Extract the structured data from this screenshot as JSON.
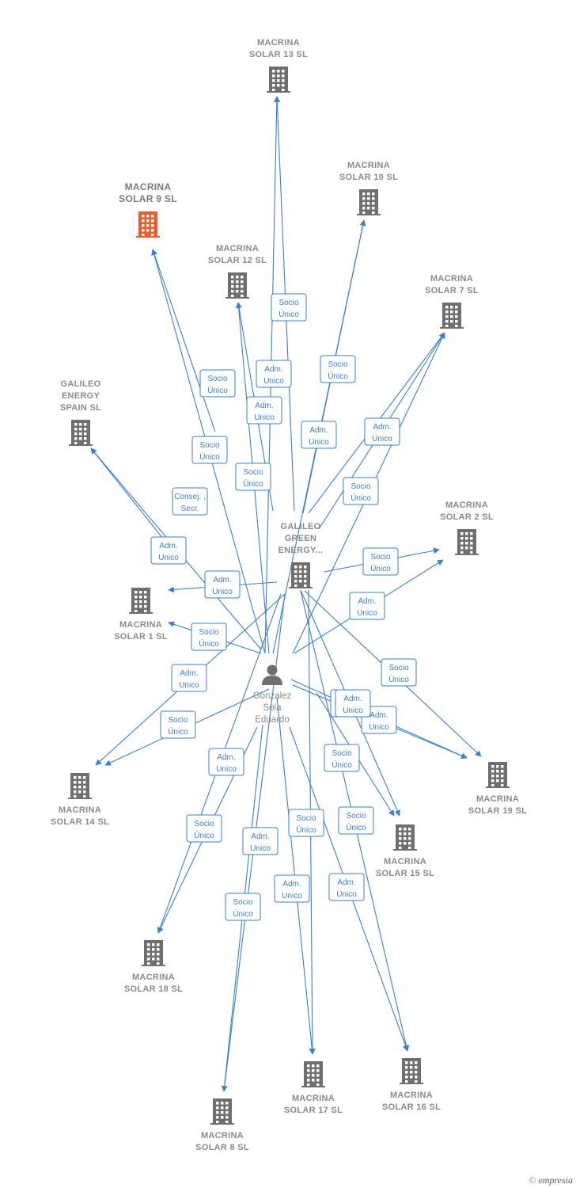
{
  "companies": [
    {
      "key": "m13",
      "lines": [
        "MACRINA",
        "SOLAR 13  SL"
      ],
      "highlight": false
    },
    {
      "key": "m10",
      "lines": [
        "MACRINA",
        "SOLAR 10  SL"
      ],
      "highlight": false
    },
    {
      "key": "m9",
      "lines": [
        "MACRINA",
        "SOLAR 9  SL"
      ],
      "highlight": true
    },
    {
      "key": "m12",
      "lines": [
        "MACRINA",
        "SOLAR 12  SL"
      ],
      "highlight": false
    },
    {
      "key": "m7",
      "lines": [
        "MACRINA",
        "SOLAR 7  SL"
      ],
      "highlight": false
    },
    {
      "key": "galileo_spain",
      "lines": [
        "GALILEO",
        "ENERGY",
        "SPAIN  SL"
      ],
      "highlight": false
    },
    {
      "key": "m2",
      "lines": [
        "MACRINA",
        "SOLAR 2  SL"
      ],
      "highlight": false
    },
    {
      "key": "galileo_green",
      "lines": [
        "GALILEO",
        "GREEN",
        "ENERGY..."
      ],
      "highlight": false
    },
    {
      "key": "m1",
      "lines": [
        "MACRINA",
        "SOLAR 1  SL"
      ],
      "highlight": false
    },
    {
      "key": "m14",
      "lines": [
        "MACRINA",
        "SOLAR 14  SL"
      ],
      "highlight": false
    },
    {
      "key": "m19",
      "lines": [
        "MACRINA",
        "SOLAR 19  SL"
      ],
      "highlight": false
    },
    {
      "key": "m15",
      "lines": [
        "MACRINA",
        "SOLAR 15  SL"
      ],
      "highlight": false
    },
    {
      "key": "m18",
      "lines": [
        "MACRINA",
        "SOLAR 18  SL"
      ],
      "highlight": false
    },
    {
      "key": "m17",
      "lines": [
        "MACRINA",
        "SOLAR 17  SL"
      ],
      "highlight": false
    },
    {
      "key": "m16",
      "lines": [
        "MACRINA",
        "SOLAR 16  SL"
      ],
      "highlight": false
    },
    {
      "key": "m8",
      "lines": [
        "MACRINA",
        "SOLAR 8  SL"
      ],
      "highlight": false
    }
  ],
  "person": {
    "lines": [
      "Gonzalez",
      "Sola",
      "Eduardo"
    ]
  },
  "edge_labels": [
    [
      "Socio",
      "Único"
    ],
    [
      "Socio",
      "Único"
    ],
    [
      "Adm.",
      "Unico"
    ],
    [
      "Socio",
      "Único"
    ],
    [
      "Socio",
      "Único"
    ],
    [
      "Adm.",
      "Unico"
    ],
    [
      "Socio",
      "Único"
    ],
    [
      "Adm.",
      "Unico"
    ],
    [
      "Adm.",
      "Unico"
    ],
    [
      "Socio",
      "Único"
    ],
    [
      "Adm.",
      "Unico"
    ],
    [
      "Consej. ,",
      "Secr."
    ],
    [
      "Socio",
      "Único"
    ],
    [
      "Adm.",
      "Unico"
    ],
    [
      "Socio",
      "Único"
    ],
    [
      "Adm.",
      "Unico"
    ],
    [
      "Socio",
      "Único"
    ],
    [
      "Socio",
      "Único"
    ],
    [
      "Adm.",
      "Unico"
    ],
    [
      "Adm.",
      "Unico"
    ],
    [
      "Socio",
      "Único"
    ],
    [
      "Adm.",
      "Unico"
    ],
    [
      "Socio",
      "Único"
    ],
    [
      "Socio",
      "Único"
    ],
    [
      "Adm.",
      "Unico"
    ],
    [
      "Socio",
      "Único"
    ],
    [
      "Adm.",
      "Unico"
    ],
    [
      "Adm.",
      "Unico"
    ],
    [
      "Socio",
      "Único"
    ],
    [
      "Adm.",
      "Unico"
    ]
  ],
  "colors": {
    "edge": "#3a7fd0",
    "building": "#6f6f6f",
    "highlight": "#f05a28",
    "person": "#6f6f6f"
  },
  "footer": {
    "copyright": "©",
    "brand_initial": "e",
    "brand_rest": "mpresia"
  }
}
